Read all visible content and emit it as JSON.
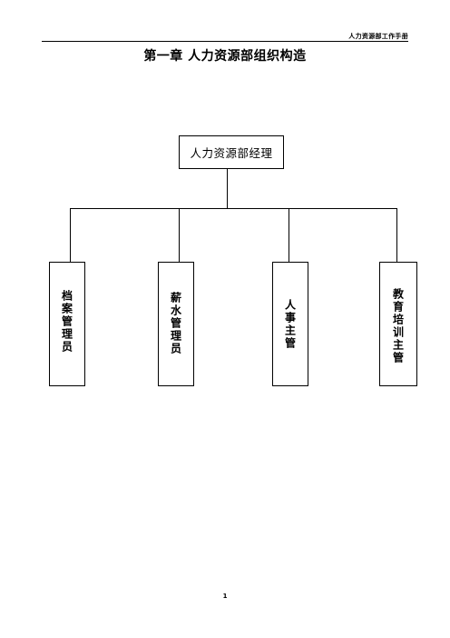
{
  "header": {
    "text": "人力资源部工作手册"
  },
  "chapter_title": "第一章  人力资源部组织构造",
  "org_chart": {
    "root": "人力资源部经理",
    "children": [
      "档案管理员",
      "薪水管理员",
      "人事主管",
      "教育培训主管"
    ]
  },
  "page_number": "1"
}
